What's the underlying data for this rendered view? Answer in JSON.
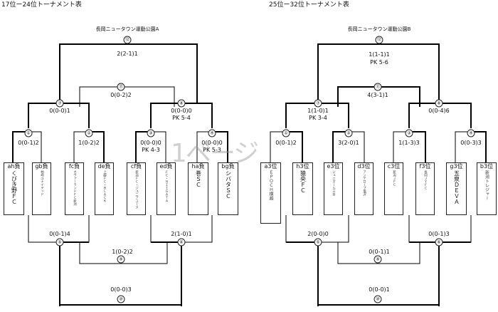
{
  "left": {
    "heading": "17位ー24位トーナメント表",
    "venue": "長岡ニュータウン運動公園A",
    "final": {
      "num": "⑫",
      "score": "2(2-1)1"
    },
    "semis": [
      {
        "num": "⑦",
        "score": "0(0-0)1"
      },
      {
        "num": "⑧",
        "score": "0(0-0)0",
        "pk": "PK 5-4"
      }
    ],
    "third": {
      "num": "⑪",
      "score": "0(0-2)2"
    },
    "firsts": [
      {
        "num": "①",
        "score": "0(0-1)2"
      },
      {
        "num": "②",
        "score": "1(0-2)2"
      },
      {
        "num": "③",
        "score": "0(0-0)0",
        "pk": "PK 4-3"
      },
      {
        "num": "④",
        "score": "0(0-0)0",
        "pk": "PK 5-3"
      }
    ],
    "teams": [
      {
        "code": "ah負",
        "name": "くびき野ＦＣ",
        "small": false
      },
      {
        "code": "gb負",
        "name": "柏崎ユナイテッド",
        "small": true
      },
      {
        "code": "fc負",
        "name": "オヴァーランドＦＣ新潟",
        "small": true
      },
      {
        "code": "de負",
        "name": "上越ＦＣ・ＢＬＡＣＫ",
        "small": true
      },
      {
        "code": "cf負",
        "name": "新潟ＦＣ・ジュニアユース",
        "small": true
      },
      {
        "code": "ed負",
        "name": "ＦＣ・ＮＩＩＧＡＴＡ",
        "small": true
      },
      {
        "code": "ha負",
        "name": "巻ＳＣ",
        "small": false
      },
      {
        "code": "bg負",
        "name": "シバタＳＣ",
        "small": false
      }
    ],
    "lower": [
      {
        "num": "⑤",
        "score": "0(0-1)4"
      },
      {
        "num": "⑥",
        "score": "2(1-0)1"
      }
    ],
    "lower_mid": {
      "num": "⑨",
      "score": "1(0-2)2"
    },
    "lower_final": {
      "num": "⑩",
      "score": "0(0-0)3"
    }
  },
  "right": {
    "heading": "25位ー32位トーナメント表",
    "venue": "長岡ニュータウン運動公園B",
    "final": {
      "num": "⑫",
      "score": "1(1-1)1",
      "pk": "PK 5-6"
    },
    "semis": [
      {
        "num": "⑦",
        "score": "1(1-0)1",
        "pk": "PK 3-4"
      },
      {
        "num": "⑧",
        "score": "0(0-4)6"
      }
    ],
    "third": {
      "num": "⑪",
      "score": "4(3-1)1"
    },
    "firsts": [
      {
        "num": "①",
        "score": "0(0-1)2"
      },
      {
        "num": "②",
        "score": "3(2-0)1"
      },
      {
        "num": "③",
        "score": "1(1-3)3"
      },
      {
        "num": "④",
        "score": "0(0-3)3"
      }
    ],
    "teams": [
      {
        "code": "a3位",
        "name": "ＥＰＯＣＨ横越",
        "small": false
      },
      {
        "code": "h3位",
        "name": "猿央ＦＣ",
        "small": false
      },
      {
        "code": "e3位",
        "name": "ジュニオール三条",
        "small": true
      },
      {
        "code": "d3位",
        "name": "アンテロープ塩沢",
        "small": true
      },
      {
        "code": "c3位",
        "name": "新潟ＪＦＣ",
        "small": true
      },
      {
        "code": "f3位",
        "name": "長岡ＪＹＦＣ",
        "small": true
      },
      {
        "code": "g3位",
        "name": "五泉ＤＥＶＡ",
        "small": false
      },
      {
        "code": "b3位",
        "name": "新潟トレジャー",
        "small": false
      }
    ],
    "lower": [
      {
        "num": "⑤",
        "score": "2(0-0)0"
      },
      {
        "num": "⑥",
        "score": "0(0-1)3"
      }
    ],
    "lower_mid": {
      "num": "⑨",
      "score": "0(0-1)1"
    },
    "lower_final": {
      "num": "⑩",
      "score": "0(0-0)1"
    }
  },
  "watermark": "1ページ"
}
